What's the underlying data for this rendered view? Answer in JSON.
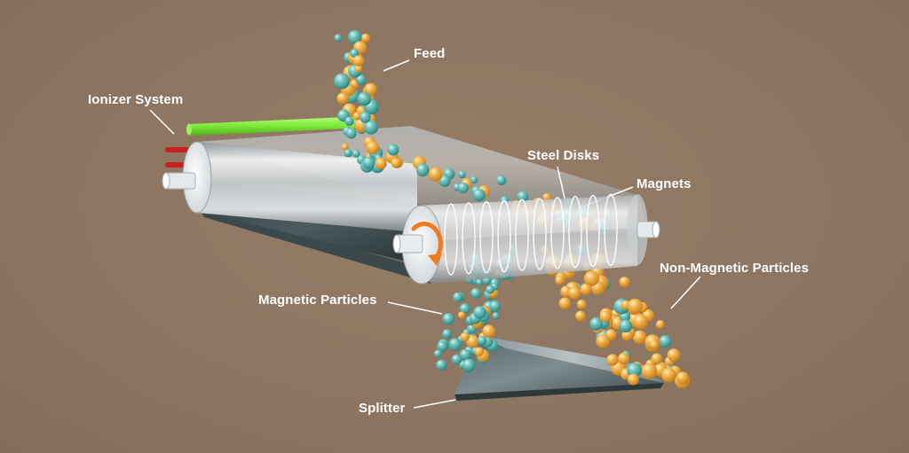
{
  "labels": {
    "feed": "Feed",
    "ionizer_system": "Ionizer System",
    "steel_disks": "Steel Disks",
    "magnets": "Magnets",
    "non_magnetic_particles": "Non-Magnetic Particles",
    "magnetic_particles": "Magnetic Particles",
    "splitter": "Splitter"
  },
  "colors": {
    "background": "#8c7460",
    "label_text": "#ffffff",
    "ionizer_bar": "#7ee83a",
    "magnetic_particle": "#5fb8b4",
    "non_magnetic_particle": "#f2b04a",
    "rotation_arrow": "#f07a22"
  },
  "icons": {
    "rotation": "circular-arrow-icon"
  }
}
